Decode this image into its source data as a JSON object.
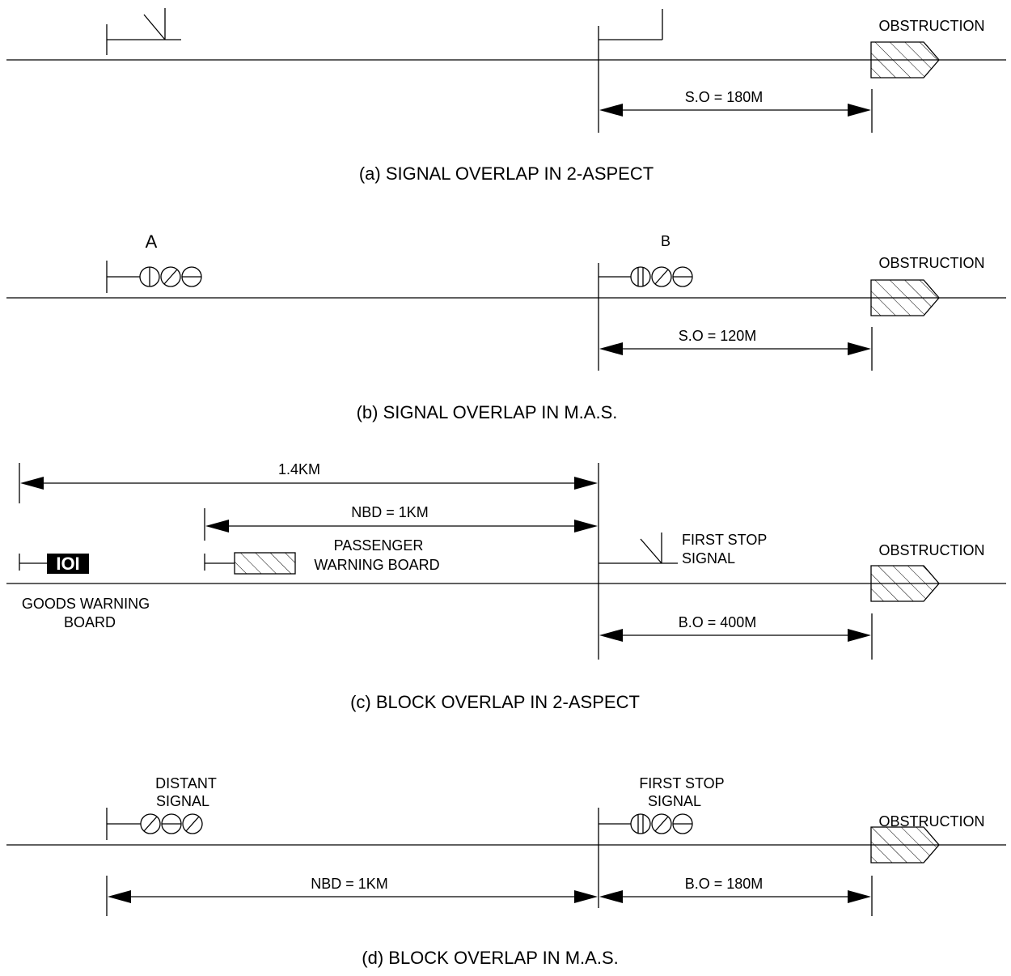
{
  "panels": {
    "a": {
      "caption": "(a) SIGNAL OVERLAP IN 2-ASPECT",
      "obstruction_label": "OBSTRUCTION",
      "overlap_label": "S.O = 180M"
    },
    "b": {
      "caption": "(b) SIGNAL OVERLAP IN M.A.S.",
      "obstruction_label": "OBSTRUCTION",
      "overlap_label": "S.O = 120M",
      "signal_a_label": "A",
      "signal_b_label": "B"
    },
    "c": {
      "caption": "(c) BLOCK OVERLAP IN 2-ASPECT",
      "obstruction_label": "OBSTRUCTION",
      "overlap_label": "B.O = 400M",
      "total_distance_label": "1.4KM",
      "nbd_label": "NBD = 1KM",
      "passenger_board_line1": "PASSENGER",
      "passenger_board_line2": "WARNING BOARD",
      "goods_board_line1": "GOODS WARNING",
      "goods_board_line2": "BOARD",
      "goods_board_symbol": "IOI",
      "first_stop_line1": "FIRST STOP",
      "first_stop_line2": "SIGNAL"
    },
    "d": {
      "caption": "(d) BLOCK OVERLAP IN M.A.S.",
      "obstruction_label": "OBSTRUCTION",
      "overlap_label": "B.O = 180M",
      "nbd_label": "NBD = 1KM",
      "distant_line1": "DISTANT",
      "distant_line2": "SIGNAL",
      "first_stop_line1": "FIRST STOP",
      "first_stop_line2": "SIGNAL"
    }
  }
}
